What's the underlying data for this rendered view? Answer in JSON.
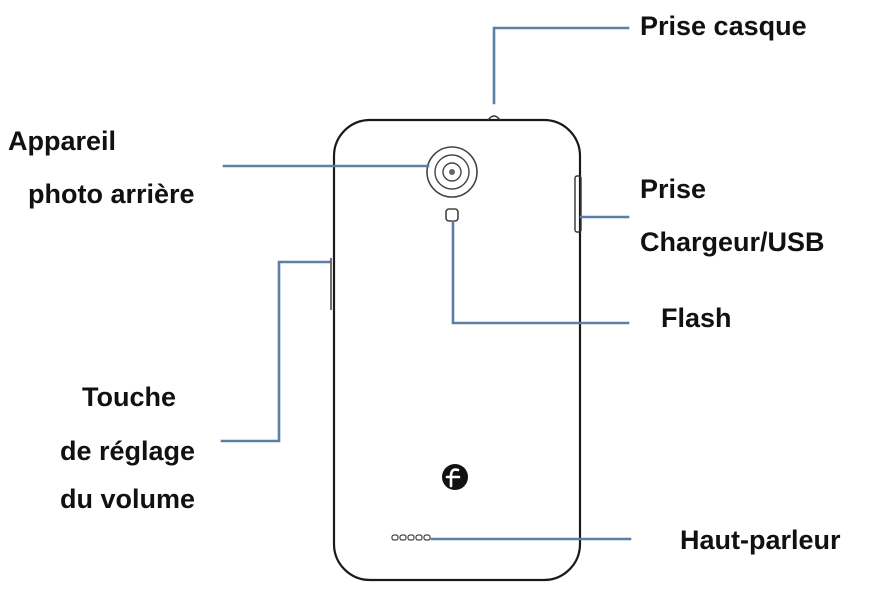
{
  "colors": {
    "leader_line": "#5b7fa6",
    "outline": "#1a1a1a",
    "text": "#111111"
  },
  "icons": {
    "logo": "orange-f-logo-icon",
    "camera": "camera-lens-icon",
    "flash": "flash-icon",
    "speaker": "speaker-grille-icon"
  },
  "labels": {
    "headphone_jack": "Prise casque",
    "rear_camera_line1": "Appareil",
    "rear_camera_line2": "photo arrière",
    "charger_line1": "Prise",
    "charger_line2": "Chargeur/USB",
    "flash": "Flash",
    "volume_line1": "Touche",
    "volume_line2": "de réglage",
    "volume_line3": "du volume",
    "speaker": "Haut-parleur"
  }
}
